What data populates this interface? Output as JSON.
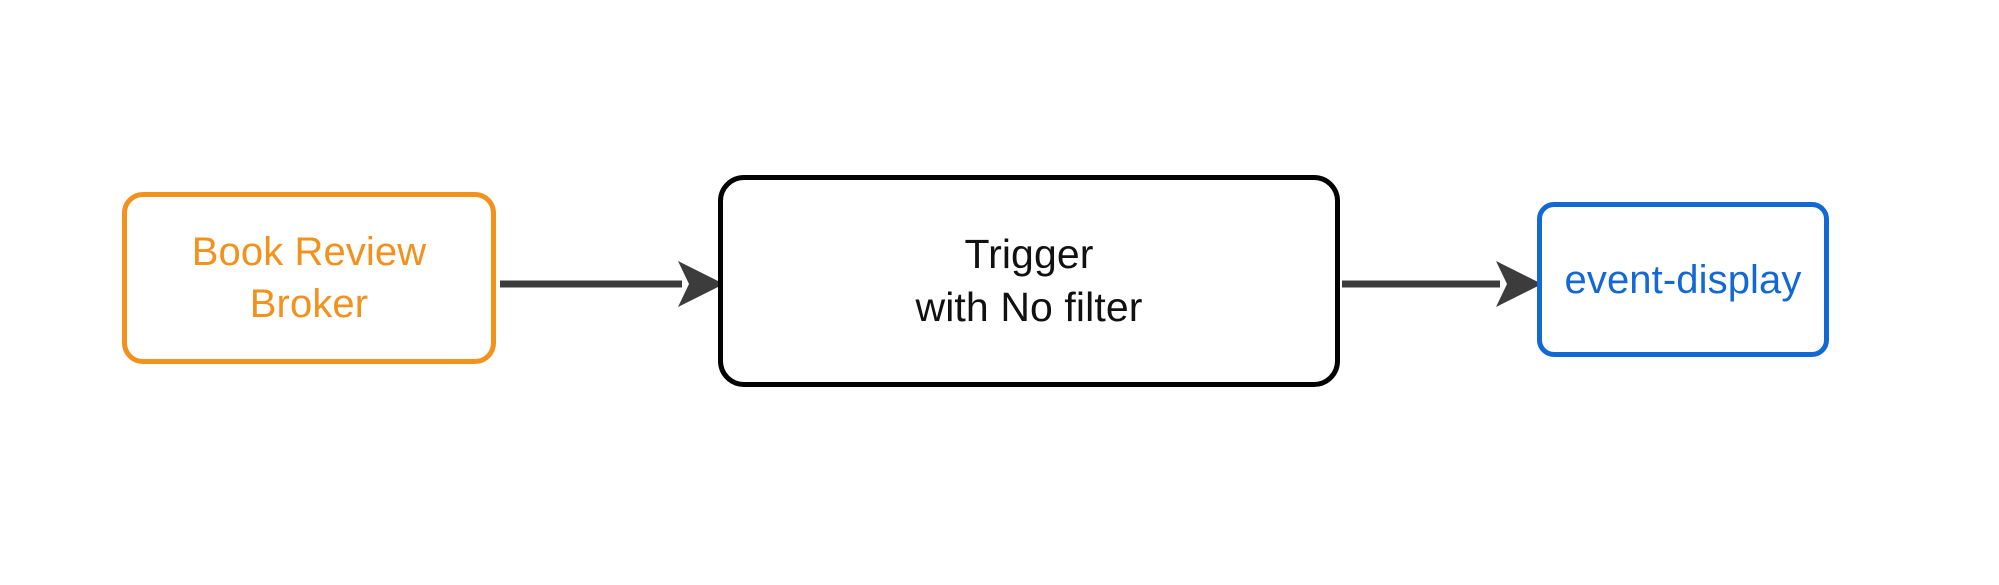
{
  "diagram": {
    "type": "flow",
    "orientation": "left-to-right",
    "background_color": "#FFFFFF",
    "nodes": [
      {
        "id": "broker",
        "role": "source",
        "lines": [
          "Book Review",
          "Broker"
        ],
        "line1": "Book Review",
        "line2": "Broker",
        "shape": "rounded-rectangle",
        "border_color": "#F2921D",
        "text_color": "#F2921D",
        "fill_color": "#FFFFFF"
      },
      {
        "id": "trigger",
        "role": "processor",
        "lines": [
          "Trigger",
          "with No filter"
        ],
        "line1": "Trigger",
        "line2": "with No filter",
        "shape": "rounded-rectangle",
        "border_color": "#020202",
        "text_color": "#111111",
        "fill_color": "#FFFFFF"
      },
      {
        "id": "sink",
        "role": "sink",
        "lines": [
          "event-display"
        ],
        "line1": "event-display",
        "shape": "rounded-rectangle",
        "border_color": "#1269D3",
        "text_color": "#1269D3",
        "fill_color": "#FFFFFF"
      }
    ],
    "edges": [
      {
        "id": "broker-to-trigger",
        "from": "broker",
        "to": "trigger",
        "label": "",
        "color": "#3C3C3C",
        "arrowhead": "filled-triangle"
      },
      {
        "id": "trigger-to-sink",
        "from": "trigger",
        "to": "sink",
        "label": "",
        "color": "#3C3C3C",
        "arrowhead": "filled-triangle"
      }
    ]
  }
}
